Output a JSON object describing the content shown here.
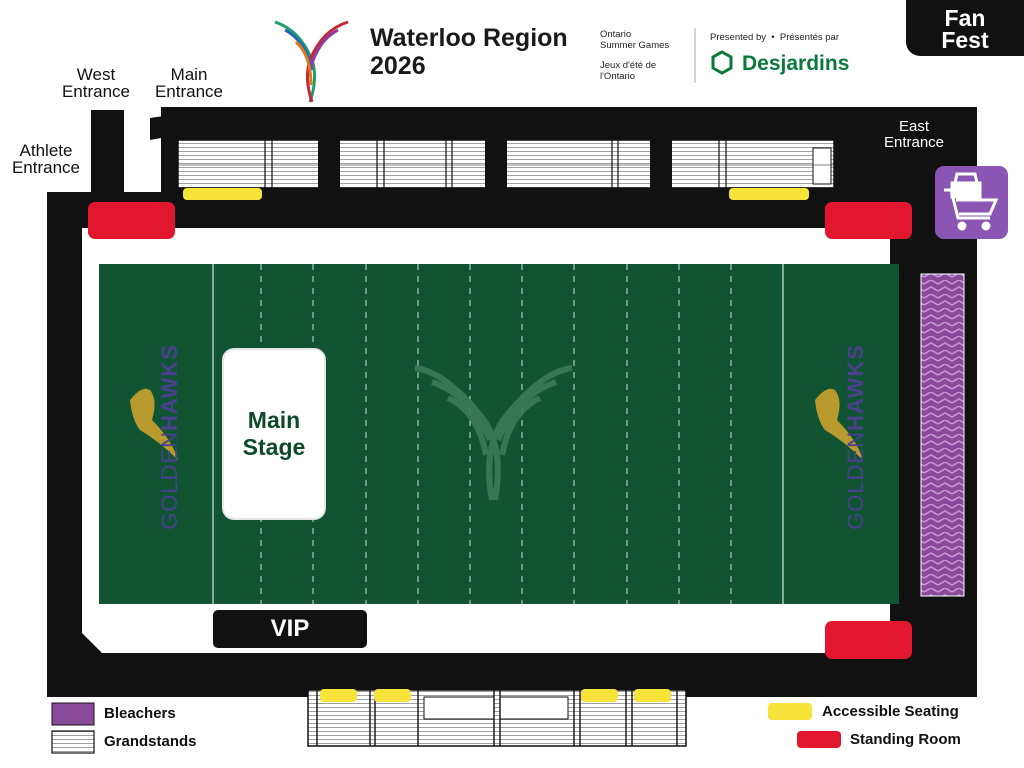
{
  "header": {
    "title_line1": "Waterloo Region",
    "title_line2": "2026",
    "games_en_line1": "Ontario",
    "games_en_line2": "Summer Games",
    "games_fr_line1": "Jeux d'été de",
    "games_fr_line2": "l'Ontario",
    "presented_by": "Presented by  •  Présentés par",
    "sponsor": "Desjardins"
  },
  "fan_fest": {
    "line1": "Fan",
    "line2": "Fest"
  },
  "entrances": {
    "west_line1": "West",
    "west_line2": "Entrance",
    "main_line1": "Main",
    "main_line2": "Entrance",
    "athlete_line1": "Athlete",
    "athlete_line2": "Entrance",
    "east_line1": "East",
    "east_line2": "Entrance"
  },
  "field": {
    "stage_line1": "Main",
    "stage_line2": "Stage",
    "vip": "VIP",
    "hawks_gold": "GOLDEN",
    "hawks_word": "HAWKS"
  },
  "legend": {
    "bleachers": "Bleachers",
    "grandstands": "Grandstands",
    "accessible": "Accessible Seating",
    "standing": "Standing Room"
  },
  "colors": {
    "field": "#105434",
    "bleachers": "#8a4a9c",
    "accessible": "#f7e43a",
    "standing": "#e3162f",
    "shop": "#8a55b3",
    "sponsor": "#0a7a3a"
  },
  "icons": [
    "ontario-summer-games-logo-icon",
    "desjardins-hexagon-icon",
    "shopping-cart-icon",
    "golden-hawks-logo-icon"
  ]
}
